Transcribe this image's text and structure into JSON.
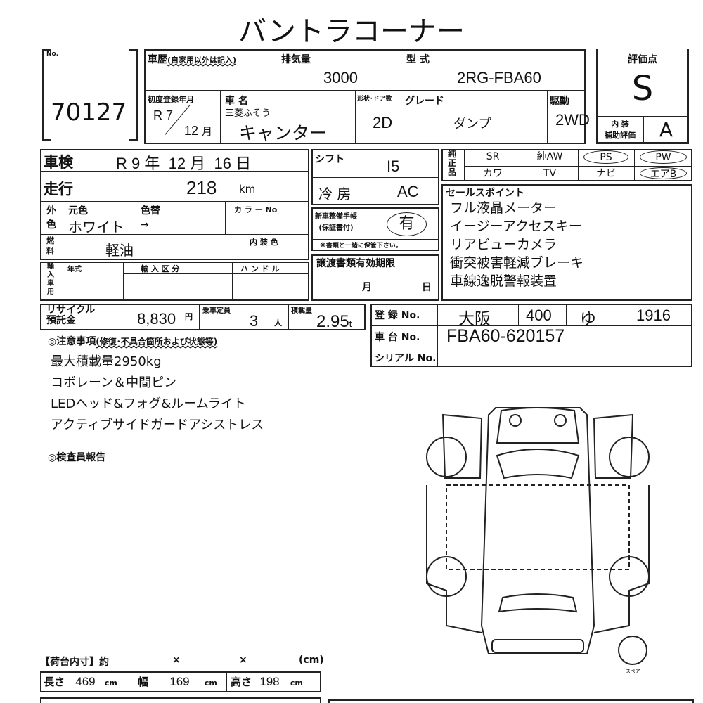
{
  "title": "バントラコーナー",
  "lot": {
    "no_label": "No.",
    "number": "70127"
  },
  "header": {
    "history_label": "車歴",
    "history_note": "(自家用以外は記入)",
    "displacement_label": "排気量",
    "displacement": "3000",
    "model_label": "型 式",
    "model": "2RG-FBA60",
    "first_reg_label": "初度登録年月",
    "first_reg_era": "R 7",
    "first_reg_month": "12",
    "month_unit": "月",
    "name_label": "車 名",
    "maker": "三菱ふそう",
    "car_name": "キャンター",
    "doors_label": "形状･ドア数",
    "doors": "2D",
    "grade_label": "グレード",
    "grade": "ダンプ",
    "drive_label": "駆動",
    "drive": "2WD"
  },
  "score": {
    "label": "評価点",
    "value": "S",
    "interior_label1": "内 装",
    "interior_label2": "補助評価",
    "interior": "A"
  },
  "inspection": {
    "label": "車検",
    "era": "R",
    "year": "9",
    "year_unit": "年",
    "month": "12",
    "month_unit": "月",
    "day": "16",
    "day_unit": "日"
  },
  "mileage": {
    "label": "走行",
    "value": "218",
    "unit": "km"
  },
  "color": {
    "label1": "外",
    "label2": "色",
    "orig_label": "元色",
    "change_label": "色替",
    "value": "ホワイト",
    "arrow": "→",
    "color_no_label": "カ ラ ー No"
  },
  "fuel": {
    "label1": "燃",
    "label2": "料",
    "value": "軽油",
    "interior_color_label": "内 装 色"
  },
  "import": {
    "label": "輸入車用",
    "year_label": "年式",
    "type_label": "輸 入 区 分",
    "handle_label": "ハ ン ド ル"
  },
  "shift": {
    "label": "シフト",
    "value": "I5"
  },
  "ac": {
    "label": "冷 房",
    "value": "AC"
  },
  "manual": {
    "label1": "新車整備手帳",
    "label2": "(保証書付)",
    "value": "有",
    "note": "※書類と一緒に保管下さい。"
  },
  "transfer": {
    "label": "譲渡書類有効期限",
    "month": "月",
    "day": "日"
  },
  "equipment": {
    "label": "純正品",
    "items": [
      "SR",
      "純AW",
      "PS",
      "PW",
      "カワ",
      "TV",
      "ナビ",
      "エアB"
    ],
    "circled": [
      "PS",
      "PW",
      "エアB"
    ]
  },
  "sales_points": {
    "label": "セールスポイント",
    "items": [
      "フル液晶メーター",
      "イージーアクセスキー",
      "リアビューカメラ",
      "衝突被害軽減ブレーキ",
      "車線逸脱警報装置"
    ]
  },
  "recycle": {
    "label1": "リサイクル",
    "label2": "預託金",
    "value": "8,830",
    "unit": "円"
  },
  "capacity": {
    "label": "乗車定員",
    "value": "3",
    "unit": "人"
  },
  "load": {
    "label": "積載量",
    "value": "2.95",
    "unit": "t"
  },
  "registration": {
    "label": "登 録 No.",
    "area": "大阪",
    "class": "400",
    "kana": "ゆ",
    "number": "1916",
    "chassis_label": "車 台 No.",
    "chassis": "FBA60-620157",
    "serial_label": "シリアル No.",
    "serial": ""
  },
  "notes": {
    "label": "◎注意事項",
    "sub": "(修復･不具合箇所および状態等)",
    "items": [
      "最大積載量2950kg",
      "コボレーン＆中間ピン",
      "LEDヘッド&フォグ&ルームライト",
      "アクティブサイドガードアシストレス"
    ]
  },
  "inspector": {
    "label": "◎検査員報告"
  },
  "diagram": {
    "spare_label": "スペア"
  },
  "cargo": {
    "label": "【荷台内寸】約",
    "x1": "×",
    "x2": "×",
    "unit_label": "(cm)",
    "length_label": "長さ",
    "length": "469",
    "width_label": "幅",
    "width": "169",
    "height_label": "高さ",
    "height": "198",
    "unit": "cm"
  }
}
